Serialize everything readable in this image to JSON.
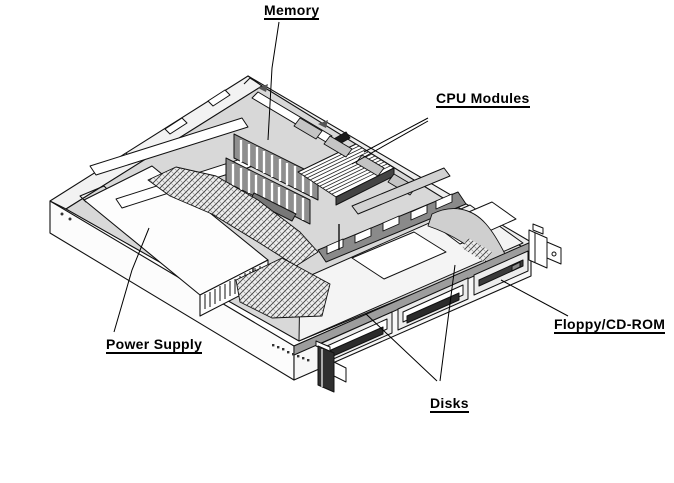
{
  "diagram": {
    "type": "hardware-component-callout",
    "labels": {
      "memory": "Memory",
      "cpu_modules": "CPU Modules",
      "power_supply": "Power Supply",
      "disks": "Disks",
      "floppy_cdrom": "Floppy/CD-ROM"
    },
    "colors": {
      "background": "#ffffff",
      "line": "#000000",
      "board_fill": "#d8d8d8",
      "component_gray": "#8f8f8f",
      "label_text": "#000000"
    }
  }
}
